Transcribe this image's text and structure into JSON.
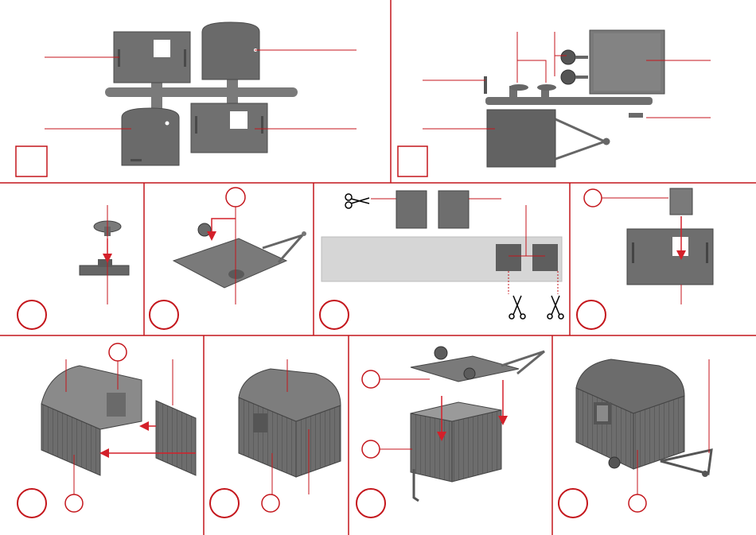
{
  "sheet": {
    "title": "",
    "panels": [
      {
        "id": "sprue-walls"
      },
      {
        "id": "sprue-chassis"
      },
      {
        "id": "step-1"
      },
      {
        "id": "step-2"
      },
      {
        "id": "step-3"
      },
      {
        "id": "step-4"
      },
      {
        "id": "step-5"
      },
      {
        "id": "step-6"
      },
      {
        "id": "step-7"
      },
      {
        "id": "step-8"
      }
    ]
  },
  "colors": {
    "accent": "#d4202a",
    "part_dark": "#5a5a5a",
    "part_mid": "#7a7a7a",
    "part_light": "#a0a0a0",
    "plate": "#d6d6d6",
    "divider": "#c4161c",
    "window": "#ffffff"
  },
  "icons": [
    "scissors-icon",
    "step-number-circle",
    "part-number-circle",
    "part-number-box"
  ]
}
